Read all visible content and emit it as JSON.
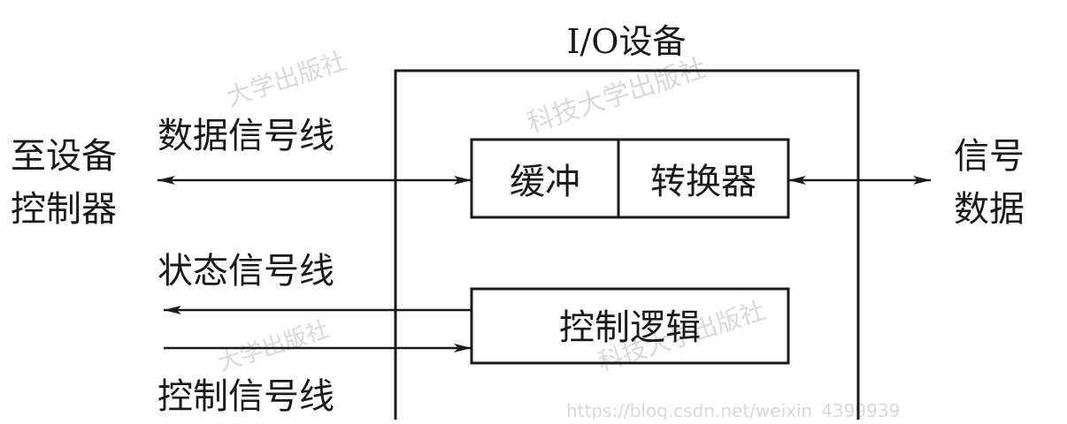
{
  "device": {
    "title": "I/O设备",
    "buffer_label": "缓冲",
    "converter_label": "转换器",
    "control_logic_label": "控制逻辑"
  },
  "left": {
    "controller_line1": "至设备",
    "controller_line2": "控制器",
    "data_line_label": "数据信号线",
    "status_line_label": "状态信号线",
    "control_line_label": "控制信号线"
  },
  "right": {
    "signal_line1": "信号",
    "signal_line2": "数据"
  },
  "watermark": {
    "publisher": "大学出版社",
    "publisher2": "科技大学出版社",
    "url": "https://blog.csdn.net/weixin_4399939"
  },
  "colors": {
    "line": "#1a1a1a",
    "text": "#1a1a1a",
    "watermark": "#d9d9d9",
    "background": "#ffffff"
  }
}
